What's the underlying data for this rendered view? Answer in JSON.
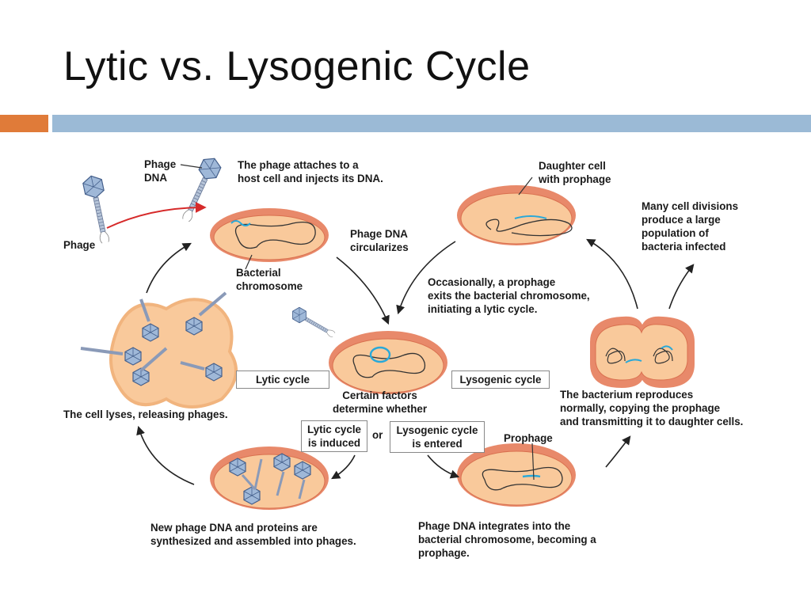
{
  "title": "Lytic vs. Lysogenic Cycle",
  "colors": {
    "accent_orange": "#e07b39",
    "accent_blue": "#9bbad6",
    "cell_fill": "#f9c99b",
    "cell_wall": "#e8896a",
    "phage_dna": "#29a8d8",
    "arrow_red": "#d62a2a"
  },
  "labels": {
    "phage_dna": "Phage\nDNA",
    "attaches": "The phage attaches to a\nhost cell and injects its DNA.",
    "phage": "Phage",
    "circularizes": "Phage DNA\ncircularizes",
    "bacterial_chromosome": "Bacterial\nchromosome",
    "daughter_cell": "Daughter cell\nwith prophage",
    "many_divisions": "Many cell divisions\nproduce a large\npopulation of\nbacteria infected",
    "occasionally": "Occasionally, a prophage\nexits the bacterial chromosome,\ninitiating a lytic cycle.",
    "certain_factors": "Certain factors\ndetermine whether",
    "cell_lyses": "The cell lyses, releasing phages.",
    "reproduces": "The bacterium reproduces\nnormally, copying the prophage\nand transmitting it to daughter cells.",
    "or": "or",
    "prophage": "Prophage",
    "new_phage_dna": "New phage DNA and proteins are\nsynthesized and assembled into phages.",
    "integrates": "Phage DNA integrates into the\nbacterial chromosome, becoming a\nprophage."
  },
  "boxes": {
    "lytic_cycle": "Lytic cycle",
    "lysogenic_cycle": "Lysogenic cycle",
    "lytic_induced": "Lytic cycle\nis induced",
    "lysogenic_entered": "Lysogenic cycle\nis entered"
  }
}
